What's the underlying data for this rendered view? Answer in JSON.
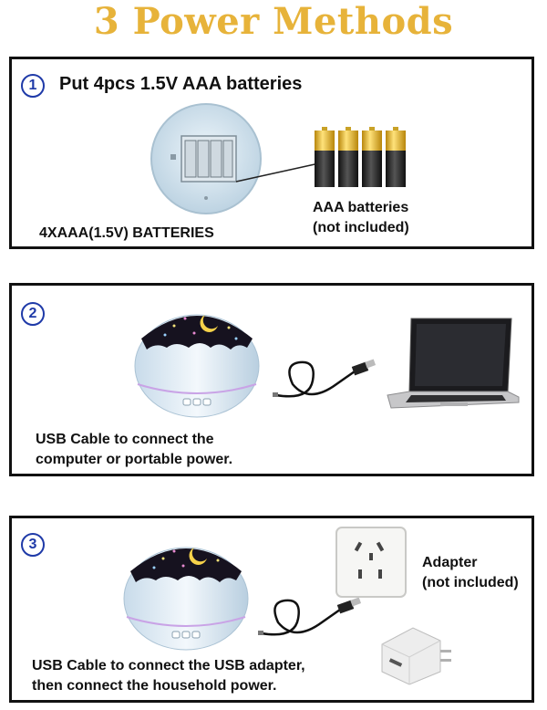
{
  "title": "3 Power Methods",
  "methods": [
    {
      "number": "1",
      "heading": "Put 4pcs 1.5V AAA batteries",
      "compartment_label": "4XAAA(1.5V) BATTERIES",
      "battery_label_line1": "AAA batteries",
      "battery_label_line2": "(not included)"
    },
    {
      "number": "2",
      "description_line1": "USB Cable to connect the",
      "description_line2": "computer or portable power."
    },
    {
      "number": "3",
      "adapter_label_line1": "Adapter",
      "adapter_label_line2": "(not included)",
      "description_line1": "USB Cable to connect the USB adapter,",
      "description_line2": "then connect the household power."
    }
  ],
  "colors": {
    "title": "#e7b33a",
    "number_circle": "#1f3aa8",
    "border": "#111111"
  }
}
